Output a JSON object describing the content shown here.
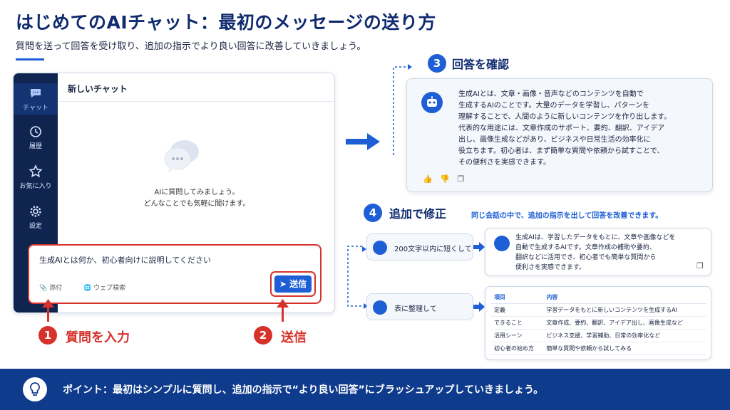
{
  "header": {
    "title": "はじめてのAIチャット：最初のメッセージの送り方",
    "subtitle": "質問を送って回答を受け取り、追加の指示でより良い回答に改善していきましょう。"
  },
  "chat_window": {
    "sidebar": [
      {
        "label": "チャット",
        "icon": "chat-bubble-icon"
      },
      {
        "label": "履歴",
        "icon": "clock-icon"
      },
      {
        "label": "お気に入り",
        "icon": "star-icon"
      },
      {
        "label": "設定",
        "icon": "gear-icon"
      }
    ],
    "header_title": "新しいチャット",
    "empty_line1": "AIに質問してみましょう。",
    "empty_line2": "どんなことでも気軽に聞けます。",
    "input_value": "生成AIとは何か、初心者向けに説明してください",
    "attach_label": "添付",
    "websearch_label": "ウェブ検索",
    "send_label": "送信"
  },
  "steps": {
    "step1": {
      "number": "1",
      "label": "質問を入力"
    },
    "step2": {
      "number": "2",
      "label": "送信"
    },
    "step3": {
      "number": "3",
      "label": "回答を確認"
    },
    "step4": {
      "number": "4",
      "label": "追加で修正",
      "subtext": "同じ会話の中で、追加の指示を出して回答を改善できます。"
    }
  },
  "response": {
    "lines": [
      "生成AIとは、文章・画像・音声などのコンテンツを自動で",
      "生成するAIのことです。大量のデータを学習し、パターンを",
      "理解することで、人間のように新しいコンテンツを作り出します。",
      "代表的な用途には、文章作成のサポート、要約、翻訳、アイデア",
      "出し、画像生成などがあり、ビジネスや日常生活の効率化に",
      "役立ちます。初心者は、まず簡単な質問や依頼から試すことで、",
      "その便利さを実感できます。"
    ]
  },
  "followups": {
    "first_prompt": "200文字以内に短くして",
    "first_reply": [
      "生成AIは、学習したデータをもとに、文章や画像などを",
      "自動で生成するAIです。文章作成の補助や要約、",
      "翻訳などに活用でき、初心者でも簡単な質問から",
      "便利さを実感できます。"
    ],
    "second_prompt": "表に整理して",
    "table": {
      "headers": [
        "項目",
        "内容"
      ],
      "rows": [
        [
          "定義",
          "学習データをもとに新しいコンテンツを生成するAI"
        ],
        [
          "できること",
          "文章作成、要約、翻訳、アイデア出し、画像生成など"
        ],
        [
          "活用シーン",
          "ビジネス支援、学習補助、日常の効率化など"
        ],
        [
          "初心者の始め方",
          "簡単な質問や依頼から試してみる"
        ]
      ]
    }
  },
  "tip": {
    "text": "ポイント：最初はシンプルに質問し、追加の指示で“より良い回答”にブラッシュアップしていきましょう。"
  },
  "colors": {
    "navy": "#0f2550",
    "accent_blue": "#1f5fd6",
    "highlight_red": "#d6322b",
    "tip_bar": "#0f3b8c"
  }
}
